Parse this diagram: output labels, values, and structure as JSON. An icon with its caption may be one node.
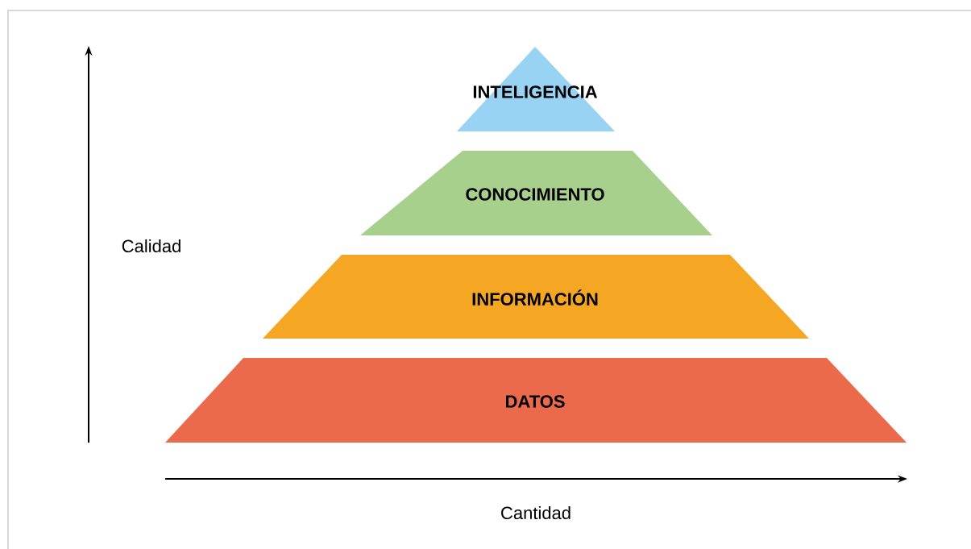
{
  "diagram": {
    "nodes": [
      {
        "text": [
          "INTELIGENCIA"
        ]
      },
      {
        "text": [
          "CONOCIMIENTO"
        ]
      },
      {
        "text": [
          "INFORMACIÓN"
        ]
      },
      {
        "text": [
          "DATOS"
        ]
      }
    ],
    "labels": [
      "Calidad",
      "Cantidad"
    ]
  }
}
